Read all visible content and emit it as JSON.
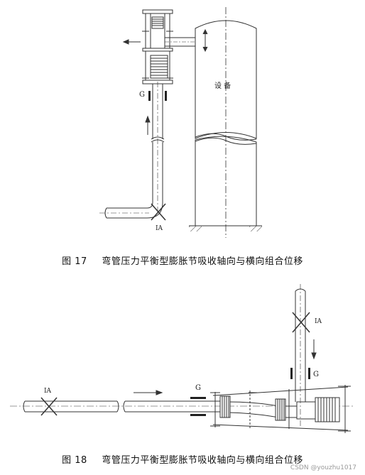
{
  "figure17": {
    "label": "图",
    "number": "17",
    "caption": "弯管压力平衡型膨胀节吸收轴向与横向组合位移",
    "equipment_label": "设  备",
    "guide_label": "G",
    "anchor_label": "IA"
  },
  "figure18": {
    "label": "图",
    "number": "18",
    "caption": "弯管压力平衡型膨胀节吸收轴向与横向组合位移",
    "anchor_label_left": "IA",
    "anchor_label_top": "IA",
    "guide_label_left": "G",
    "guide_label_right": "G"
  },
  "watermark": "CSDN @youzhu1017"
}
